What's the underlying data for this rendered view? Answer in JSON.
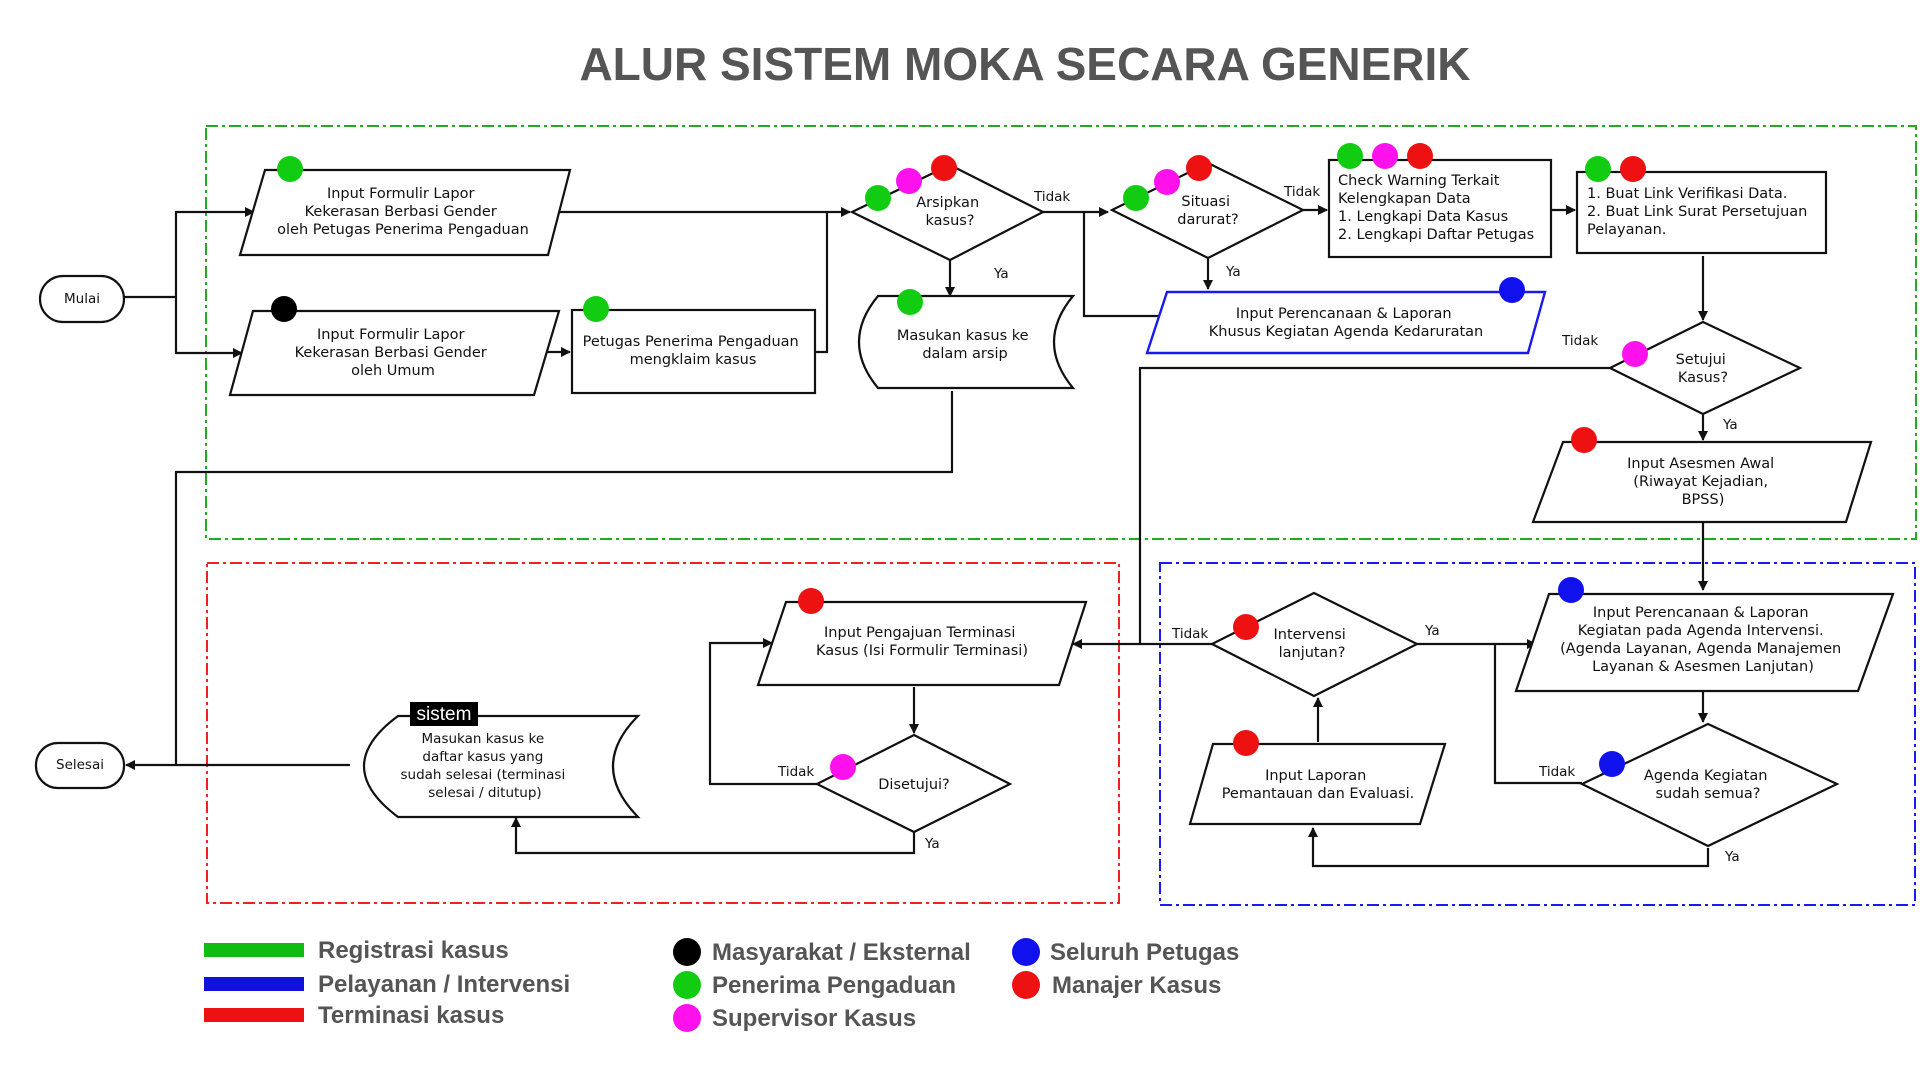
{
  "title": "ALUR SISTEM MOKA SECARA GENERIK",
  "colors": {
    "registrasi": "#11bb11",
    "pelayanan": "#1111dd",
    "terminasi": "#ee1111",
    "masyarakat": "#000000",
    "penerima": "#11cc11",
    "supervisor": "#ff11ee",
    "seluruh": "#1111ee",
    "manajer": "#ee1111"
  },
  "nodes": {
    "mulai": "Mulai",
    "selesai": "Selesai",
    "input_petugas": [
      "Input Formulir Lapor",
      "Kekerasan Berbasi Gender",
      "oleh Petugas Penerima Pengaduan"
    ],
    "input_umum": [
      "Input Formulir Lapor",
      "Kekerasan Berbasi Gender",
      "oleh Umum"
    ],
    "klaim": [
      "Petugas Penerima Pengaduan",
      "mengklaim kasus"
    ],
    "arsipkan": [
      "Arsipkan",
      "kasus?"
    ],
    "arsip": [
      "Masukan kasus ke",
      "dalam arsip"
    ],
    "darurat": [
      "Situasi",
      "darurat?"
    ],
    "warning": [
      "Check Warning Terkait",
      "Kelengkapan Data",
      "1. Lengkapi Data Kasus",
      "2. Lengkapi Daftar Petugas"
    ],
    "link": [
      "1. Buat Link Verifikasi Data.",
      "2. Buat Link Surat Persetujuan",
      "Pelayanan."
    ],
    "kedaruratan": [
      "Input Perencanaan & Laporan",
      "Khusus Kegiatan Agenda Kedaruratan"
    ],
    "setujui": [
      "Setujui",
      "Kasus?"
    ],
    "asesmen": [
      "Input Asesmen Awal",
      "(Riwayat Kejadian,",
      "BPSS)"
    ],
    "perencanaan": [
      "Input Perencanaan & Laporan",
      "Kegiatan pada Agenda Intervensi.",
      "(Agenda Layanan, Agenda Manajemen",
      "Layanan & Asesmen Lanjutan)"
    ],
    "agenda_semua": [
      "Agenda Kegiatan",
      "sudah semua?"
    ],
    "intervensi": [
      "Intervensi",
      "lanjutan?"
    ],
    "pemantauan": [
      "Input Laporan",
      "Pemantauan dan Evaluasi."
    ],
    "terminasi": [
      "Input Pengajuan Terminasi",
      "Kasus (Isi Formulir Terminasi)"
    ],
    "disetujui": "Disetujui?",
    "selesai_doc": [
      "Masukan kasus ke",
      "daftar kasus yang",
      "sudah selesai (terminasi",
      "selesai / ditutup)"
    ],
    "sistem_tag": "sistem"
  },
  "edge_labels": {
    "tidak": "Tidak",
    "ya": "Ya"
  },
  "legend": {
    "zones": [
      "Registrasi kasus",
      "Pelayanan / Intervensi",
      "Terminasi kasus"
    ],
    "roles_col1": [
      "Masyarakat / Eksternal",
      "Penerima Pengaduan",
      "Supervisor Kasus"
    ],
    "roles_col2": [
      "Seluruh Petugas",
      "Manajer Kasus"
    ]
  }
}
